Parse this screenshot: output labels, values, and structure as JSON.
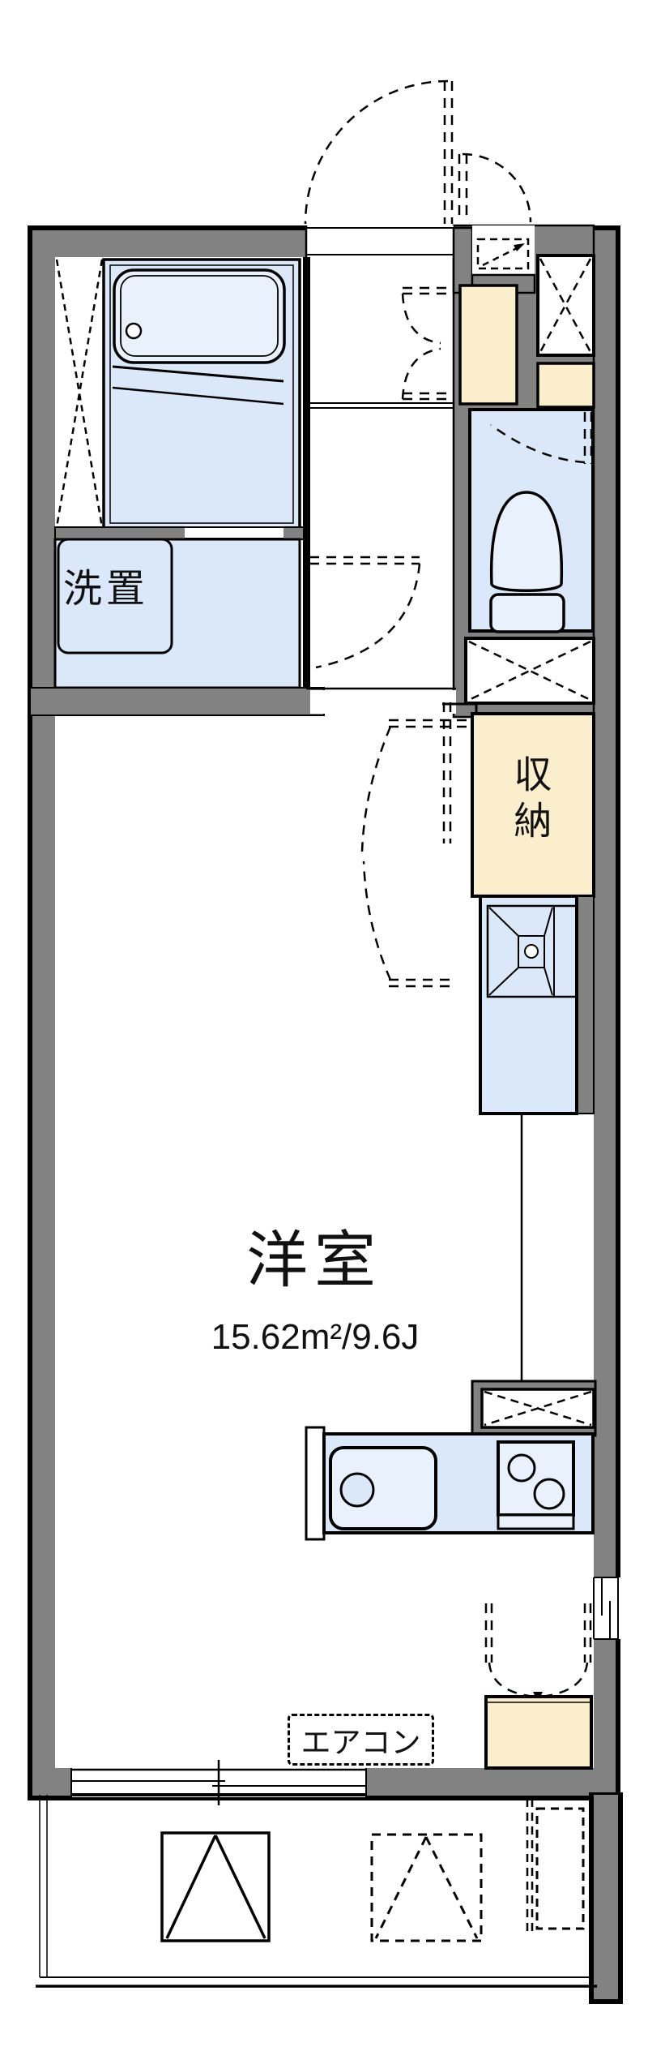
{
  "floorplan": {
    "labels": {
      "washroom": "洗置",
      "storage": "収納",
      "main_room_name": "洋室",
      "main_room_area": "15.62m²/9.6J",
      "aircon": "エアコン"
    },
    "colors": {
      "wall_gray": "#828282",
      "room_blue": "#dbe8f9",
      "fixture_blue": "#e9f1fc",
      "storage_beige": "#fbeecd",
      "outline_black": "#000000",
      "background": "#ffffff"
    }
  }
}
